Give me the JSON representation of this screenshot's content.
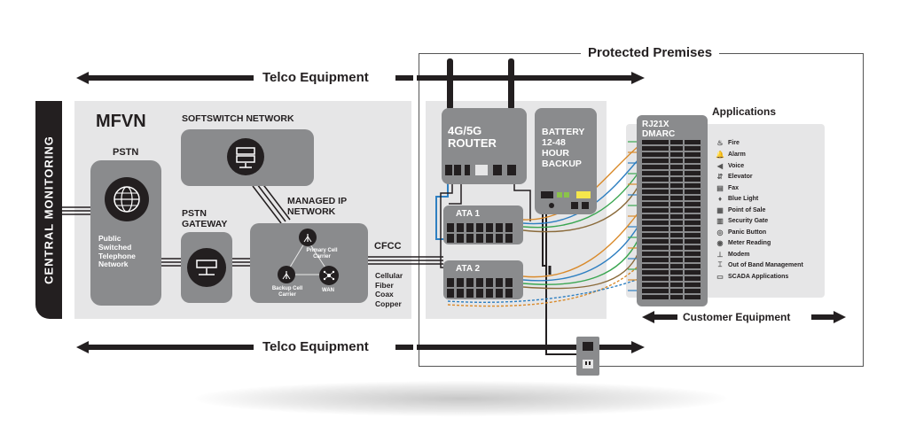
{
  "protected_premises": "Protected Premises",
  "telco_equipment_top": "Telco Equipment",
  "telco_equipment_bottom": "Telco Equipment",
  "central_monitoring": "CENTRAL MONITORING",
  "mfvn": "MFVN",
  "softswitch_network": "SOFTSWITCH NETWORK",
  "pstn": "PSTN",
  "pstn_network_label": "Public Switched Telephone Network",
  "pstn_gateway": "PSTN GATEWAY",
  "managed_ip_network": "MANAGED IP NETWORK",
  "primary_cell_carrier": "Primary Cell Carrier",
  "backup_cell_carrier": "Backup Cell Carrier",
  "wan": "WAN",
  "cfcc": "CFCC",
  "cfcc_media": "Cellular Fiber Coax Copper",
  "router": "4G/5G ROUTER",
  "battery": "BATTERY 12-48 HOUR BACKUP",
  "ata1": "ATA 1",
  "ata2": "ATA 2",
  "rj21x": "RJ21X DMARC",
  "applications_title": "Applications",
  "applications": [
    {
      "icon": "flame-icon",
      "glyph": "♨",
      "label": "Fire"
    },
    {
      "icon": "bell-icon",
      "glyph": "🔔",
      "label": "Alarm"
    },
    {
      "icon": "speaker-icon",
      "glyph": "◀",
      "label": "Voice"
    },
    {
      "icon": "elevator-icon",
      "glyph": "⇵",
      "label": "Elevator"
    },
    {
      "icon": "fax-icon",
      "glyph": "▤",
      "label": "Fax"
    },
    {
      "icon": "blue-light-icon",
      "glyph": "♦",
      "label": "Blue Light"
    },
    {
      "icon": "point-of-sale-icon",
      "glyph": "▦",
      "label": "Point of Sale"
    },
    {
      "icon": "security-gate-icon",
      "glyph": "▥",
      "label": "Security Gate"
    },
    {
      "icon": "panic-button-icon",
      "glyph": "◎",
      "label": "Panic Button"
    },
    {
      "icon": "meter-icon",
      "glyph": "◉",
      "label": "Meter Reading"
    },
    {
      "icon": "modem-icon",
      "glyph": "⊥",
      "label": "Modem"
    },
    {
      "icon": "out-of-band-icon",
      "glyph": "⌶",
      "label": "Out of Band Management"
    },
    {
      "icon": "scada-icon",
      "glyph": "▭",
      "label": "SCADA Applications"
    }
  ],
  "customer_equipment": "Customer Equipment",
  "colors": {
    "dark": "#231f20",
    "gray_box": "#8a8b8d",
    "light_panel": "#e6e6e7",
    "cable_blue": "#2e7fc1",
    "cable_orange": "#d98a2b",
    "cable_green": "#3aa651"
  }
}
